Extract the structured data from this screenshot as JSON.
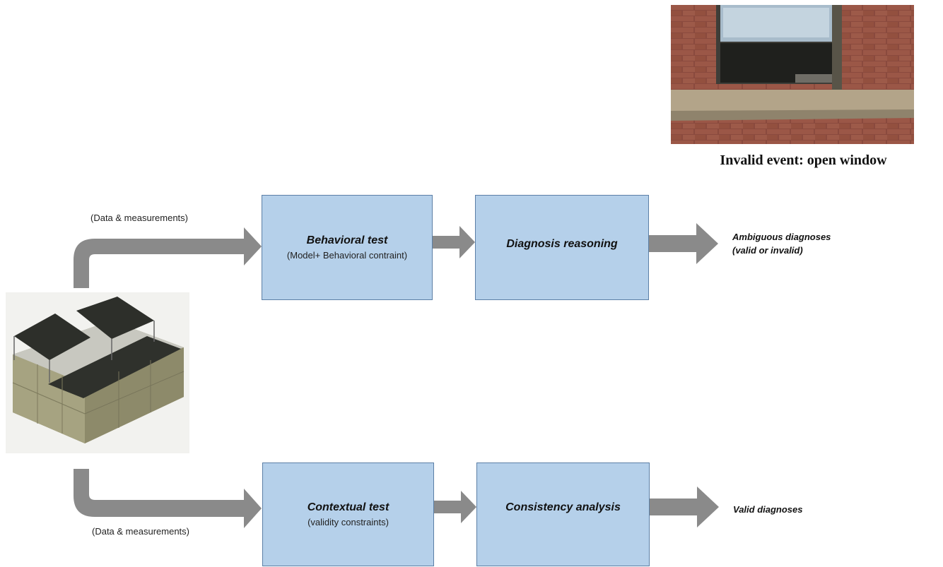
{
  "photo": {
    "icon": "open-window-photo",
    "caption": "Invalid event: open window"
  },
  "building_model": {
    "icon": "building-3d-model"
  },
  "top_path": {
    "input_label": "(Data & measurements)",
    "step1": {
      "title": "Behavioral test",
      "subtitle": "(Model+ Behavioral contraint)"
    },
    "step2": {
      "title": "Diagnosis reasoning"
    },
    "output": {
      "line1": "Ambiguous diagnoses",
      "line2": "(valid or invalid)"
    }
  },
  "bottom_path": {
    "input_label": "(Data & measurements)",
    "step1": {
      "title": "Contextual test",
      "subtitle": "(validity constraints)"
    },
    "step2": {
      "title": "Consistency analysis"
    },
    "output": {
      "line1": "Valid diagnoses"
    }
  },
  "colors": {
    "box_fill": "#b5d0ea",
    "box_border": "#5b7fa6",
    "arrow": "#8a8a8a"
  }
}
